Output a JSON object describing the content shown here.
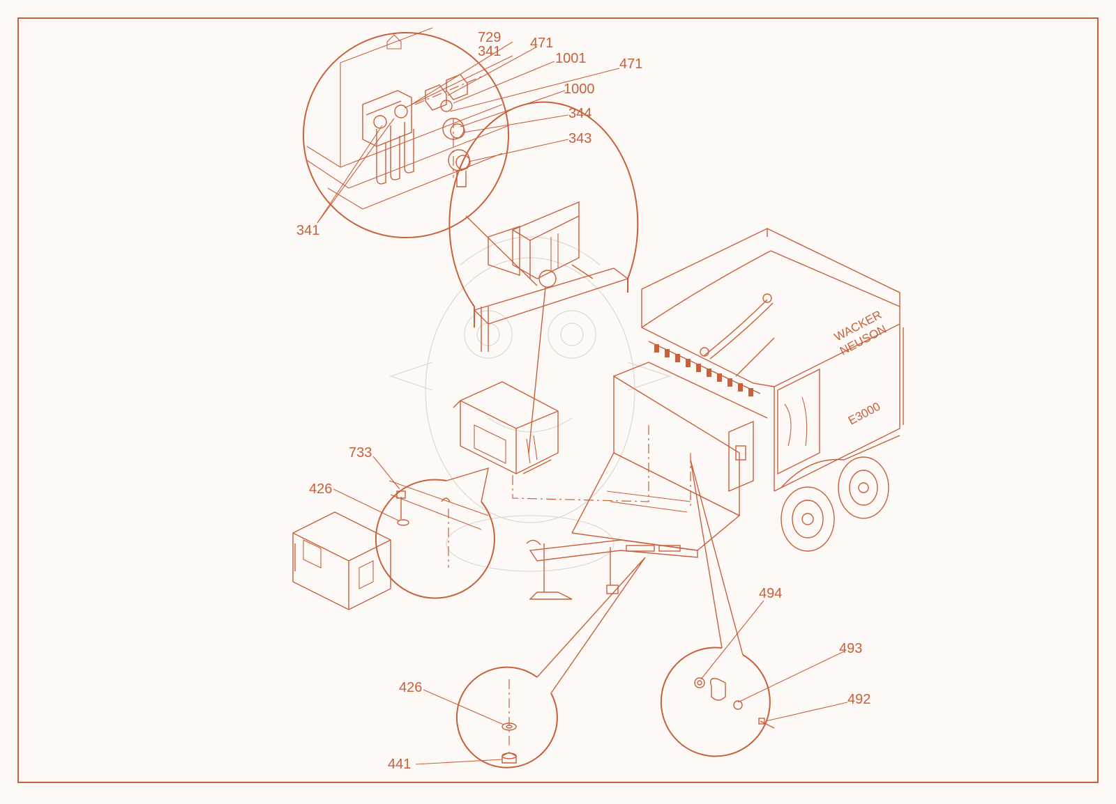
{
  "diagram": {
    "colors": {
      "line": "#c8603c",
      "background": "#fcf9f6",
      "watermark": "#ddd8d0"
    },
    "brand_text": [
      "WACKER",
      "NEUSON"
    ],
    "model_text": "E3000",
    "callouts": [
      {
        "id": "c729",
        "label": "729"
      },
      {
        "id": "c341a",
        "label": "341"
      },
      {
        "id": "c471a",
        "label": "471"
      },
      {
        "id": "c1001",
        "label": "1001"
      },
      {
        "id": "c471b",
        "label": "471"
      },
      {
        "id": "c1000",
        "label": "1000"
      },
      {
        "id": "c344",
        "label": "344"
      },
      {
        "id": "c343",
        "label": "343"
      },
      {
        "id": "c341b",
        "label": "341"
      },
      {
        "id": "c733",
        "label": "733"
      },
      {
        "id": "c426a",
        "label": "426"
      },
      {
        "id": "c494",
        "label": "494"
      },
      {
        "id": "c493",
        "label": "493"
      },
      {
        "id": "c492",
        "label": "492"
      },
      {
        "id": "c426b",
        "label": "426"
      },
      {
        "id": "c441",
        "label": "441"
      }
    ]
  }
}
